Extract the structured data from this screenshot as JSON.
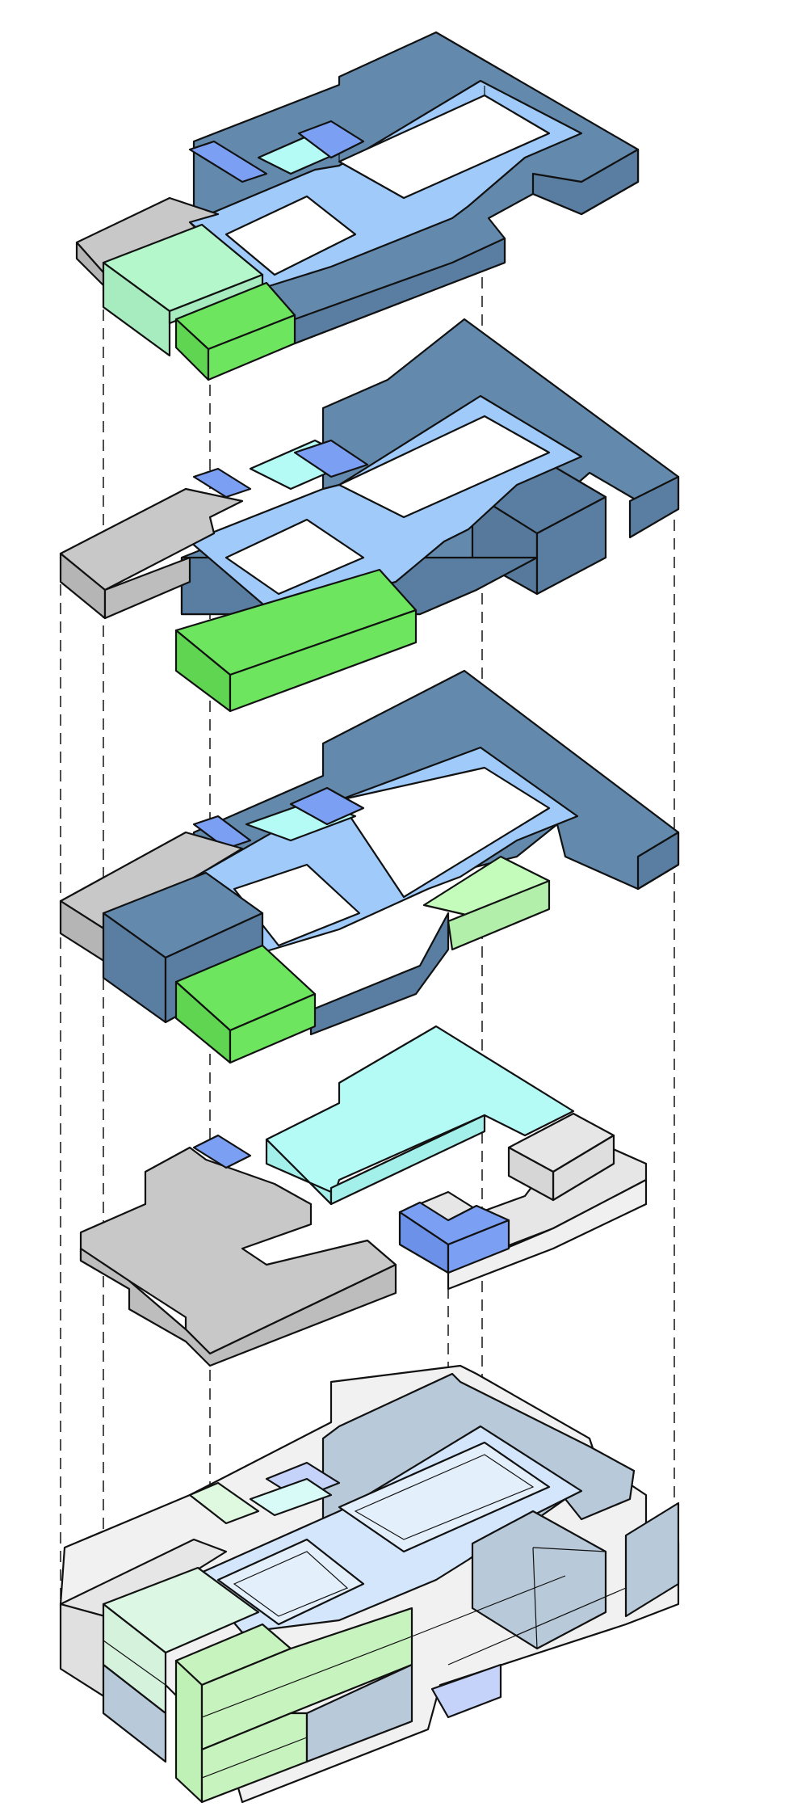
{
  "colors": {
    "steel_blue": "#6389ad",
    "steel_blue_side": "#5a7ea2",
    "light_blue": "#9fcaf9",
    "periwinkle": "#7b9ff3",
    "cyan": "#b5fbf5",
    "grey": "#c8c8c8",
    "light_grey": "#e6e6e6",
    "mint": "#b4f7cb",
    "green": "#6ee55f",
    "pale_green": "#c3fcbb",
    "white": "#ffffff",
    "outline": "#111111"
  },
  "layers": [
    {
      "name": "floor-plate-top"
    },
    {
      "name": "floor-plate-2"
    },
    {
      "name": "floor-plate-3"
    },
    {
      "name": "floor-plate-4-split"
    },
    {
      "name": "assembled-massing"
    }
  ]
}
